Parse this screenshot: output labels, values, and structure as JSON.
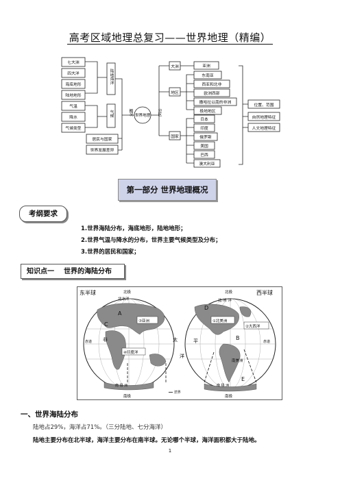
{
  "title": "高考区域地理总复习——世界地理（精编）",
  "diagram": {
    "left_boxes": [
      "七大洲",
      "四大洋",
      "海底地形",
      "陆地地形",
      "气温",
      "降水",
      "气候类型",
      "居民与国家",
      "世界发展差异"
    ],
    "col2": [
      "陆地海洋",
      "气候"
    ],
    "overview": "概况",
    "center": "世界地理",
    "region": "分区",
    "col5": [
      "大洲",
      "地区",
      "国家"
    ],
    "col6_continents": [
      "亚洲"
    ],
    "col6_regions": [
      "东南亚",
      "西亚和北非",
      "欧洲西部",
      "撒哈拉以南的非洲",
      "极地地区"
    ],
    "col6_countries": [
      "日本",
      "印度",
      "俄罗斯",
      "美国",
      "巴西",
      "澳大利亚"
    ],
    "right_boxes": [
      "位置、范围",
      "自然地理特征",
      "人文地理特征"
    ]
  },
  "section_banner": "第一部分  世界地理概况",
  "outline_tag": "考纲要求",
  "outline_items": [
    "1.世界海陆分布，海底地形，陆地地形；",
    "2.世界气温与降水的分布，世界主要气候类型及分布；",
    "3.世界的居民和国家；"
  ],
  "knowledge_point": {
    "num": "知识点一",
    "title": "世界的海陆分布"
  },
  "map": {
    "east_label": "东半球",
    "west_label": "西半球",
    "north_pole": "北极",
    "south_pole": "南极",
    "oceans": [
      "①北美洲",
      "②大西洋",
      "③亚洲",
      "④印度洋"
    ],
    "letters": [
      "A",
      "B",
      "C",
      "D",
      "E"
    ],
    "text_labels": [
      "北冰洋",
      "北 冰 洋",
      "赤道",
      "非",
      "太",
      "平",
      "洋",
      "南美洲",
      "南 极 洲",
      "南 极 洲"
    ],
    "legend": "━━ 洋界"
  },
  "heading1": "一、世界海陆分布",
  "para1": "陆地占29%，海洋占71%。（三分陆地、七分海洋）",
  "para2": "陆地主要分布在北半球，海洋主要分布在南半球。无论哪个半球，海洋面积都大于陆地。",
  "page_number": "1"
}
